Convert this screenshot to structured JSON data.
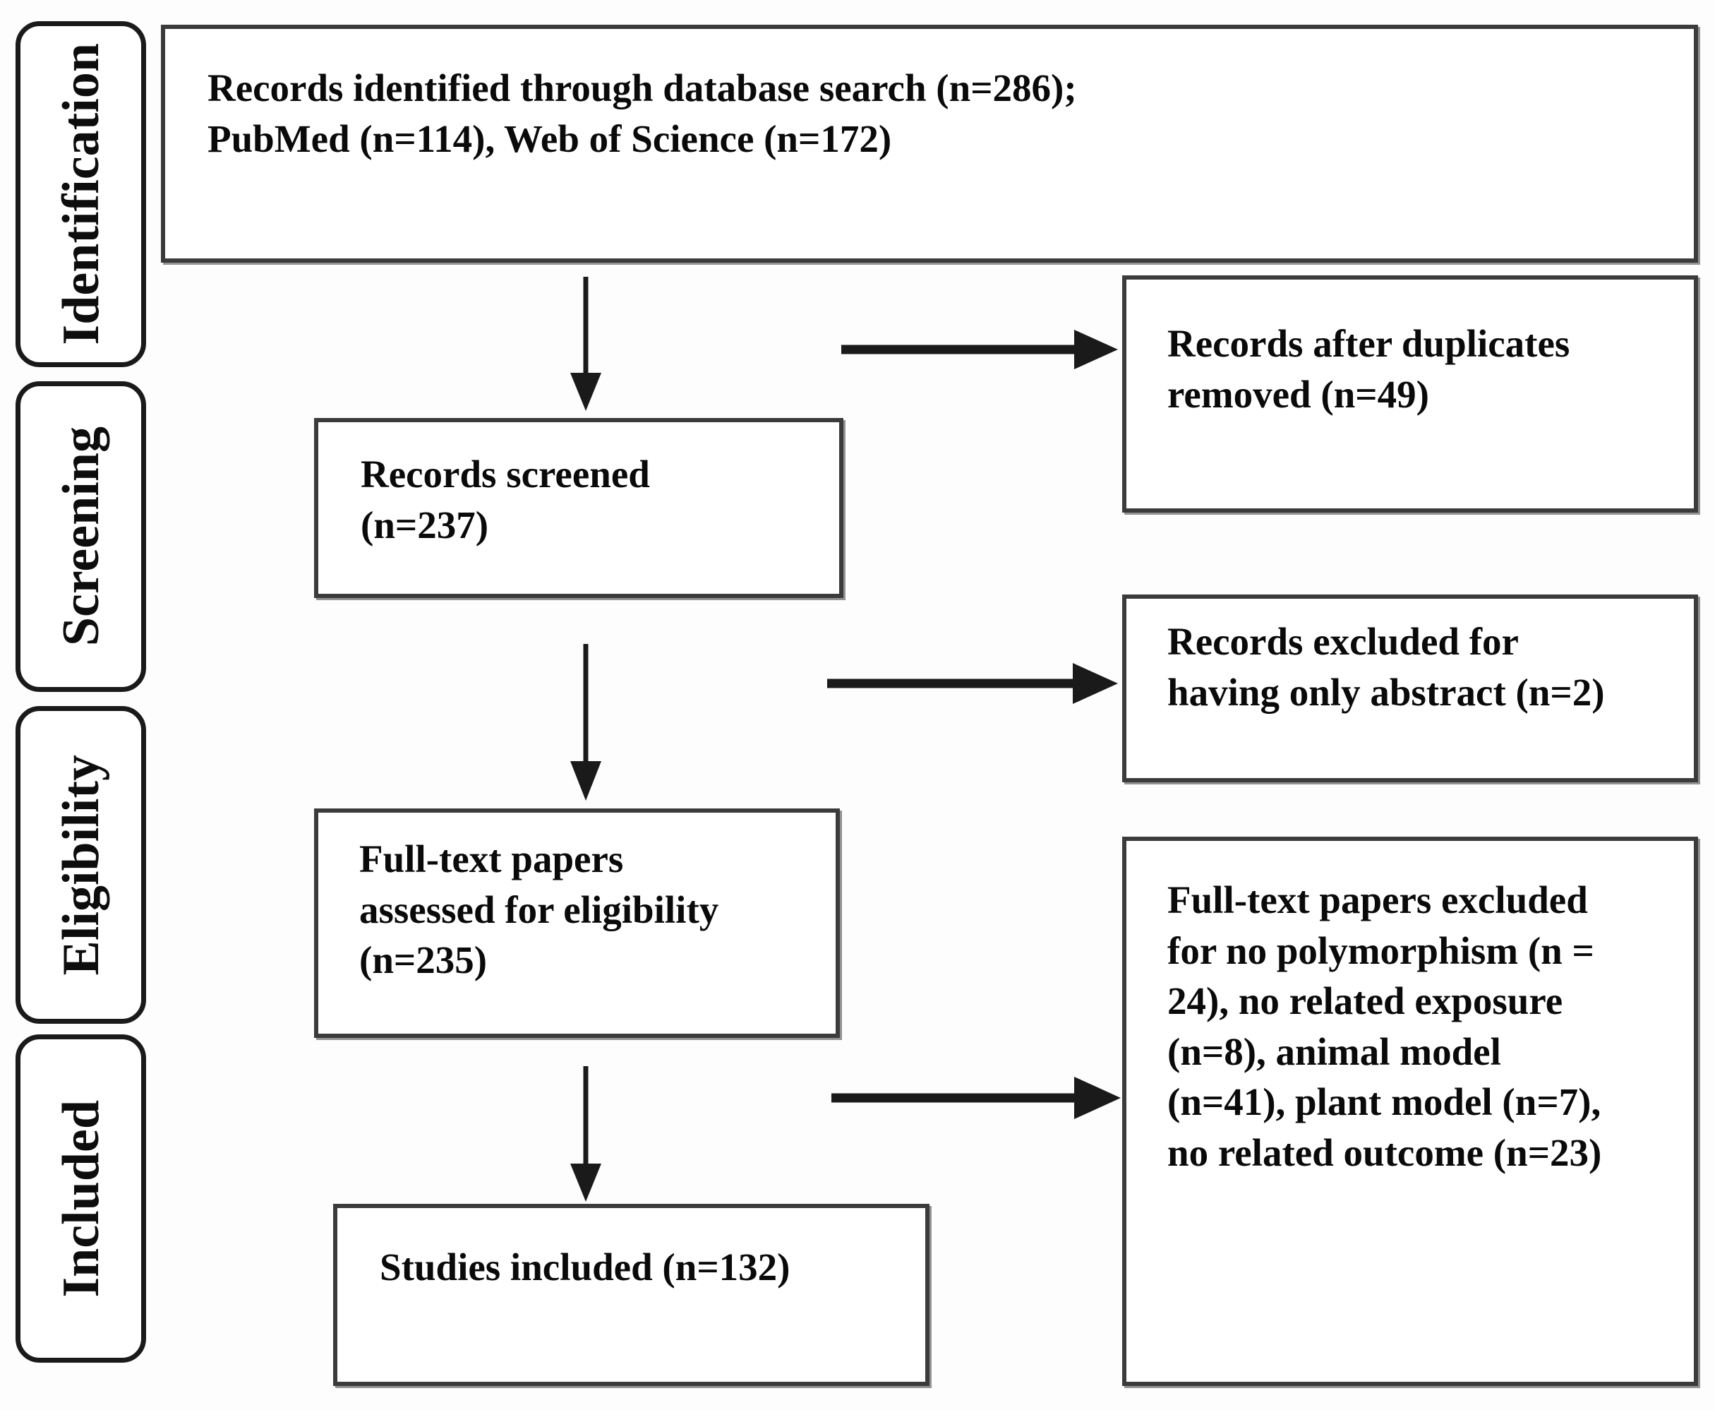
{
  "diagram": {
    "title": "PRISMA study selection flow diagram",
    "line_color": "#1a1a1a",
    "box_border_color": "#3b3b3b",
    "background": "#ffffff"
  },
  "stages": [
    {
      "id": "identification",
      "label": "Identification"
    },
    {
      "id": "screening",
      "label": "Screening"
    },
    {
      "id": "eligibility",
      "label": "Eligibility"
    },
    {
      "id": "included",
      "label": "Included"
    }
  ],
  "boxes": {
    "identified": {
      "id": "records-identified",
      "text": "Records identified through database search (n=286);\nPubMed (n=114), Web of Science (n=172)"
    },
    "duplicates_removed": {
      "id": "records-after-duplicates-removed",
      "text": "Records after duplicates\nremoved (n=49)"
    },
    "screened": {
      "id": "records-screened",
      "text": "Records screened\n(n=237)"
    },
    "excluded_abstract": {
      "id": "records-excluded-abstract-only",
      "text": "Records excluded for\nhaving only abstract (n=2)"
    },
    "fulltext_assessed": {
      "id": "full-text-papers-assessed",
      "text": "Full-text papers\nassessed for eligibility\n(n=235)"
    },
    "fulltext_excluded": {
      "id": "full-text-papers-excluded",
      "text": "Full-text papers excluded\nfor no polymorphism (n =\n24), no related exposure\n(n=8), animal model\n(n=41), plant model (n=7),\nno related outcome (n=23)"
    },
    "studies_included": {
      "id": "studies-included",
      "text": "Studies included (n=132)"
    }
  },
  "flow_data": {
    "type": "prisma-flow",
    "records_identified_total": 286,
    "sources": [
      {
        "name": "PubMed",
        "n": 114
      },
      {
        "name": "Web of Science",
        "n": 172
      }
    ],
    "duplicates_removed": 49,
    "records_screened": 237,
    "records_excluded_abstract_only": 2,
    "full_text_assessed": 235,
    "full_text_excluded_reasons": [
      {
        "reason": "no polymorphism",
        "n": 24
      },
      {
        "reason": "no related exposure",
        "n": 8
      },
      {
        "reason": "animal model",
        "n": 41
      },
      {
        "reason": "plant model",
        "n": 7
      },
      {
        "reason": "no related outcome",
        "n": 23
      }
    ],
    "studies_included": 132
  }
}
